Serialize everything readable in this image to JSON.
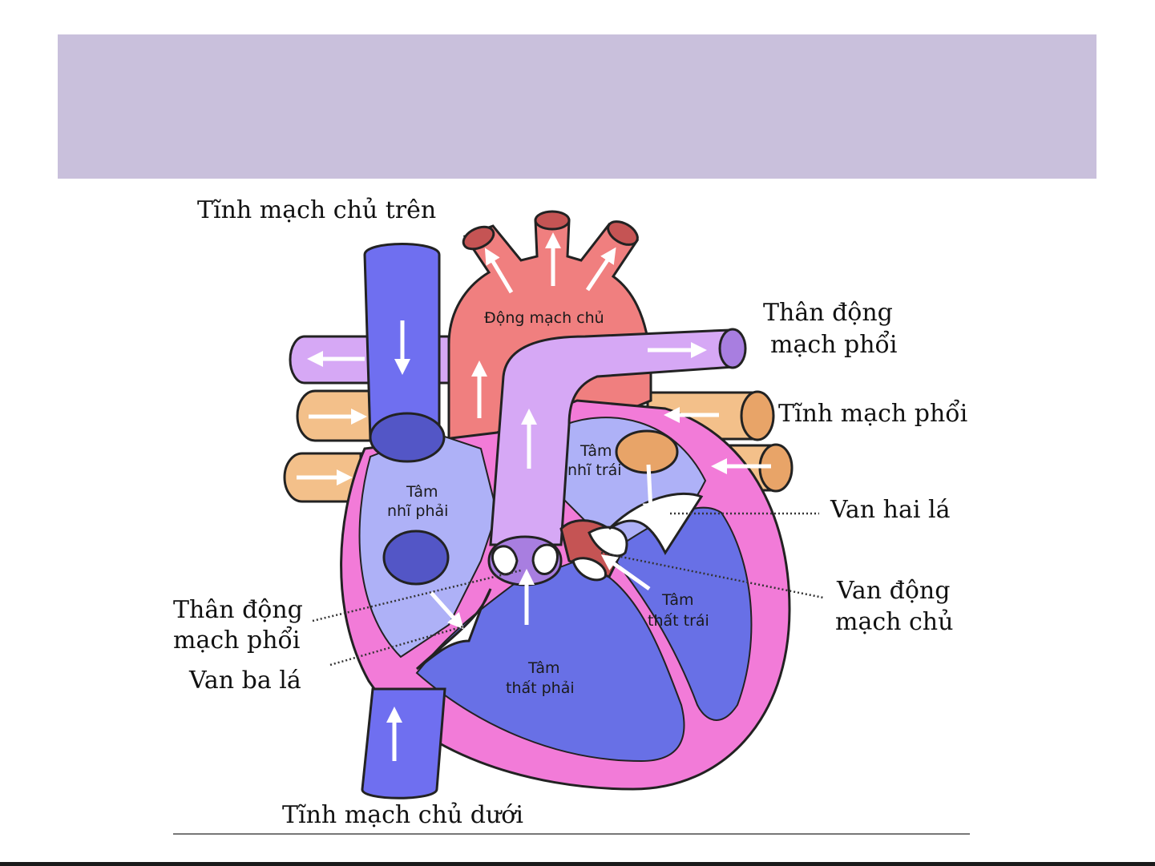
{
  "slide": {
    "title": "",
    "colors": {
      "title_bar": "#c9c0dc",
      "vein_blue": "#6f6ff0",
      "aorta_red": "#f07f7f",
      "pulmonary_lilac": "#d6a8f5",
      "pulmonary_vein_tan": "#f3c08a",
      "heart_wall_pink": "#f27bd8",
      "chamber_light": "#aeb1f7",
      "chamber_dark": "#6870e6"
    }
  },
  "diagram": {
    "labels": {
      "superior_vena_cava": "Tĩnh mạch chủ trên",
      "pulmonary_trunk_right_1": "Thân động",
      "pulmonary_trunk_right_2": "mạch phổi",
      "pulmonary_veins": "Tĩnh mạch phổi",
      "mitral_valve": "Van hai lá",
      "aortic_valve_1": "Van động",
      "aortic_valve_2": "mạch chủ",
      "pulmonary_valve_1": "Thân động",
      "pulmonary_valve_2": "mạch phổi",
      "tricuspid_valve": "Van ba lá",
      "inferior_vena_cava": "Tĩnh mạch chủ dưới"
    },
    "inner_labels": {
      "aorta": "Động mạch chủ",
      "left_atrium_1": "Tâm",
      "left_atrium_2": "nhĩ trái",
      "right_atrium_1": "Tâm",
      "right_atrium_2": "nhĩ phải",
      "left_ventricle_1": "Tâm",
      "left_ventricle_2": "thất trái",
      "right_ventricle_1": "Tâm",
      "right_ventricle_2": "thất phải"
    }
  }
}
